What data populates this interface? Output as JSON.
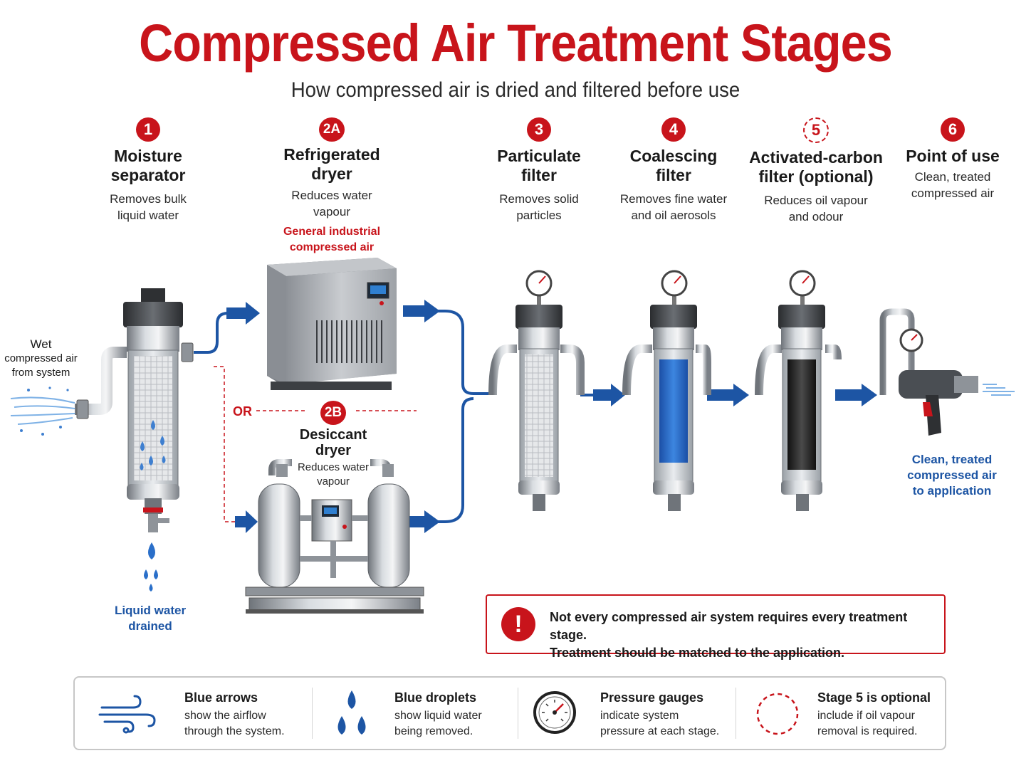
{
  "header": {
    "title": "Compressed Air Treatment Stages",
    "subtitle": "How compressed air is dried and filtered before use"
  },
  "stages": {
    "s1": {
      "badge": "1",
      "title_lines": [
        "Moisture",
        "separator"
      ],
      "desc_lines": [
        "Removes bulk",
        "liquid water"
      ]
    },
    "s2a": {
      "badge": "2A",
      "title_lines": [
        "Refrigerated",
        "dryer"
      ],
      "desc_lines": [
        "Reduces water",
        "vapour"
      ],
      "note_lines": [
        "General industrial",
        "compressed air"
      ]
    },
    "s2b": {
      "badge": "2B",
      "title_lines": [
        "Desiccant",
        "dryer"
      ],
      "desc_lines": [
        "Reduces water",
        "vapour"
      ]
    },
    "s3": {
      "badge": "3",
      "title_lines": [
        "Particulate",
        "filter"
      ],
      "desc_lines": [
        "Removes solid",
        "particles"
      ]
    },
    "s4": {
      "badge": "4",
      "title_lines": [
        "Coalescing",
        "filter"
      ],
      "desc_lines": [
        "Removes fine water",
        "and oil aerosols"
      ]
    },
    "s5": {
      "badge": "5",
      "title_lines": [
        "Activated-carbon",
        "filter (optional)"
      ],
      "desc_lines": [
        "Reduces oil vapour",
        "and odour"
      ]
    },
    "s6": {
      "badge": "6",
      "title_lines": [
        "Point of use"
      ],
      "desc_lines": [
        "Clean, treated",
        "compressed air"
      ]
    }
  },
  "labels": {
    "inlet_lines": [
      "Wet",
      "compressed air",
      "from system"
    ],
    "drain_lines": [
      "Liquid water",
      "drained"
    ],
    "outlet_lines": [
      "Clean, treated",
      "compressed air",
      "to application"
    ],
    "or": "OR"
  },
  "warning": {
    "lines": [
      "Not every compressed air system requires every treatment stage.",
      "Treatment should be matched to the application."
    ],
    "icon": "exclamation-icon"
  },
  "legend": [
    {
      "icon": "airflow-arrows-icon",
      "title": "Blue arrows",
      "desc_lines": [
        "show the airflow",
        "through the system."
      ]
    },
    {
      "icon": "water-droplets-icon",
      "title": "Blue droplets",
      "desc_lines": [
        "show liquid water",
        "being removed."
      ]
    },
    {
      "icon": "pressure-gauge-icon",
      "title": "Pressure gauges",
      "desc_lines": [
        "indicate system",
        "pressure at each stage."
      ]
    },
    {
      "icon": "dashed-circle-icon",
      "title": "Stage 5 is optional",
      "desc_lines": [
        "include if oil vapour",
        "removal is required."
      ]
    }
  ],
  "colors": {
    "accent_red": "#c8141b",
    "flow_blue": "#1d55a4",
    "coalescing_element": "#2f6fcf",
    "carbon_element": "#2a2a2a"
  }
}
